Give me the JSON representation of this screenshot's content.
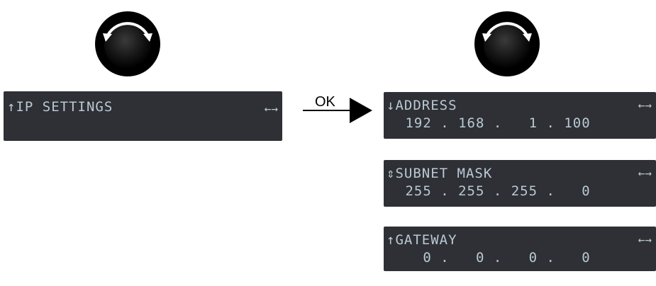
{
  "knob_rotation_icon": "rotate-cw-ccw-icon",
  "screen_before": {
    "title": "↑IP SETTINGS",
    "nav": "←→"
  },
  "transition_label": "OK",
  "screens_after": [
    {
      "title": "↓ADDRESS",
      "value": " 192 . 168 .   1 . 100",
      "nav": "←→"
    },
    {
      "title": "⇕SUBNET MASK",
      "value": " 255 . 255 . 255 .   0",
      "nav": "←→"
    },
    {
      "title": "↑GATEWAY",
      "value": "   0 .   0 .   0 .   0",
      "nav": "←→"
    }
  ],
  "colors": {
    "lcd_bg": "#2e3035",
    "lcd_text": "#b9c9d3",
    "knob": "#111111"
  }
}
